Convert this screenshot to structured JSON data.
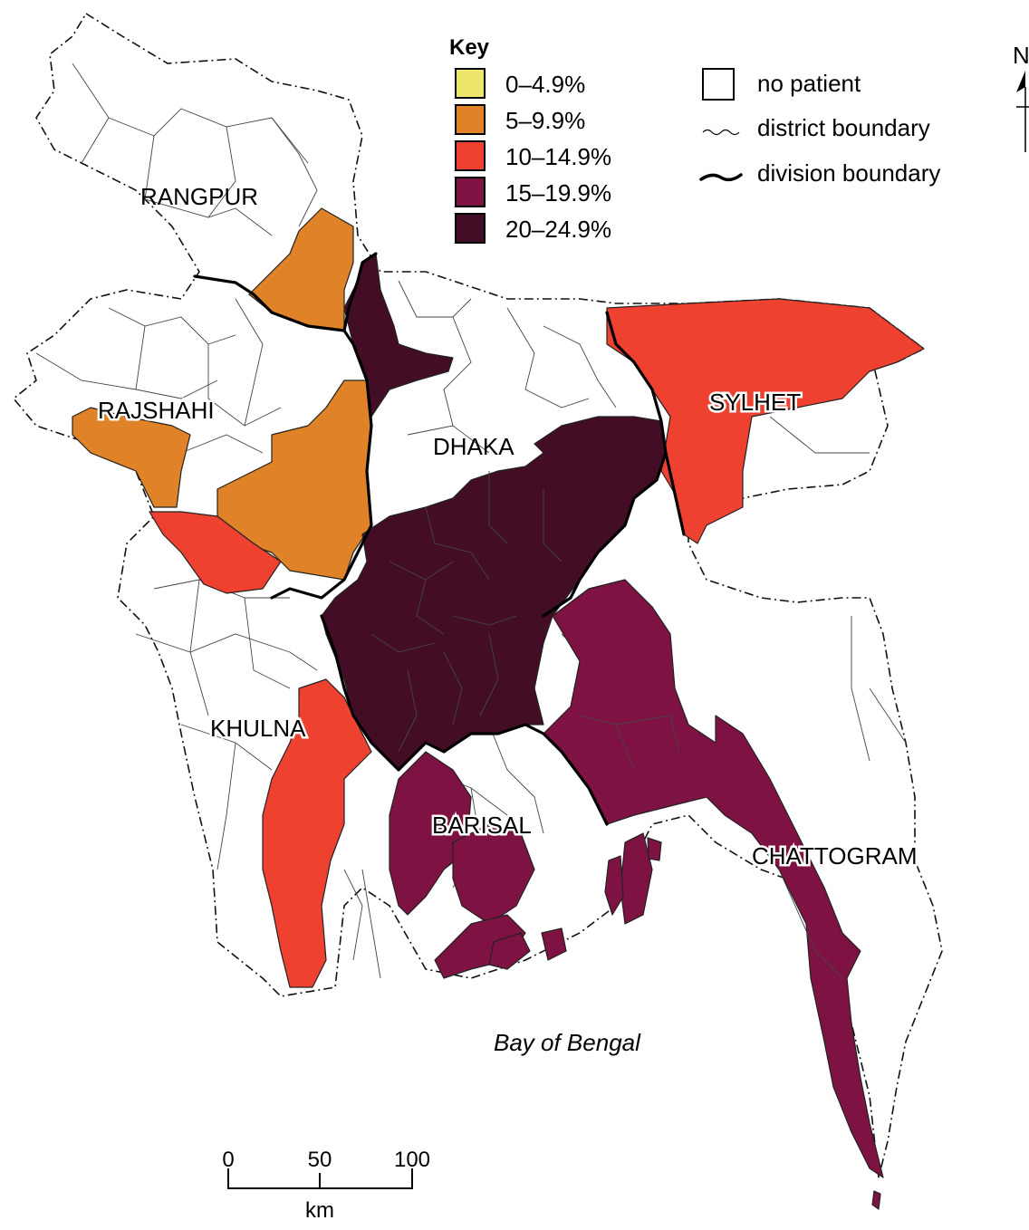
{
  "key": {
    "title": "Key",
    "classes": [
      {
        "label": "0–4.9%",
        "color": "#ede66c"
      },
      {
        "label": "5–9.9%",
        "color": "#e08228"
      },
      {
        "label": "10–14.9%",
        "color": "#ee4130"
      },
      {
        "label": "15–19.9%",
        "color": "#7e1242"
      },
      {
        "label": "20–24.9%",
        "color": "#430e25"
      }
    ]
  },
  "legend": {
    "no_patient": "no patient",
    "district_boundary": "district boundary",
    "division_boundary": "division boundary"
  },
  "north_arrow": {
    "label": "N"
  },
  "divisions": {
    "rangpur": "RANGPUR",
    "rajshahi": "RAJSHAHI",
    "dhaka": "DHAKA",
    "sylhet": "SYLHET",
    "khulna": "KHULNA",
    "barisal": "BARISAL",
    "chattogram": "CHATTOGRAM"
  },
  "sea": "Bay of Bengal",
  "scale_bar": {
    "ticks": [
      "0",
      "50",
      "100"
    ],
    "unit": "km"
  }
}
